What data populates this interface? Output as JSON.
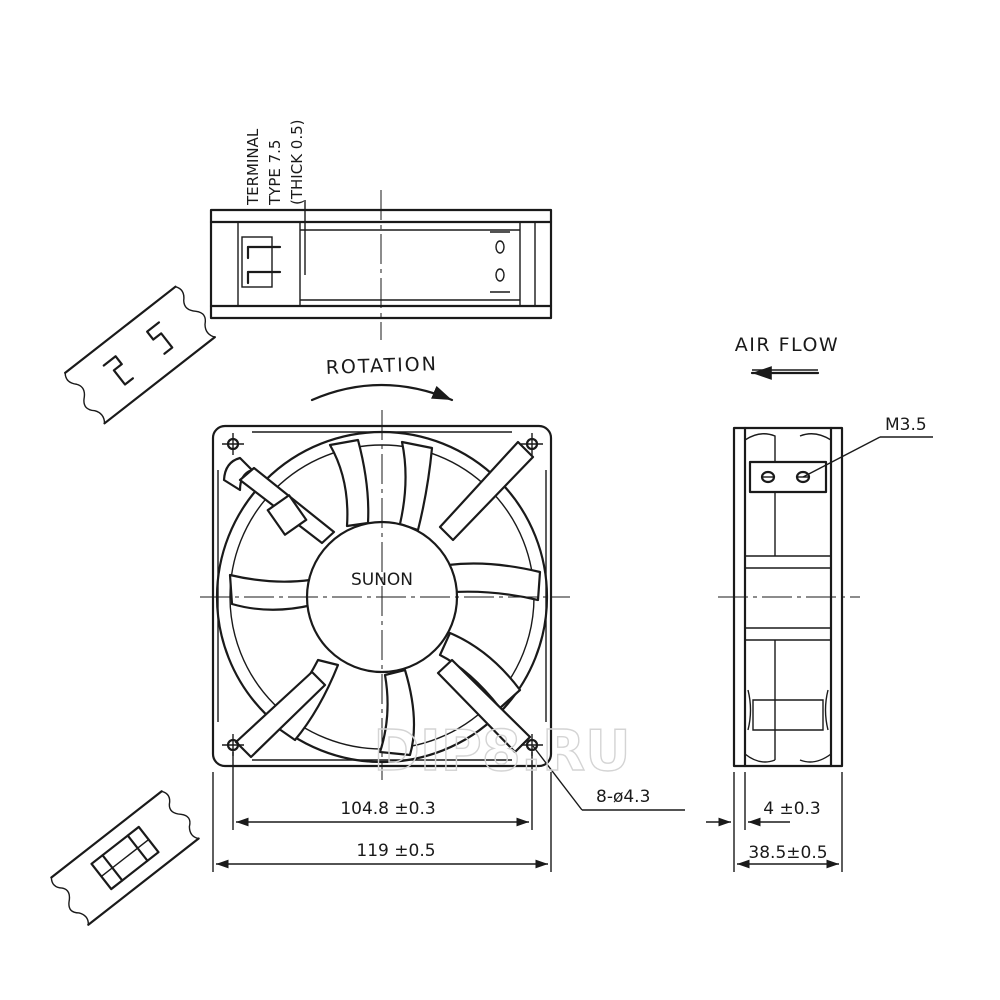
{
  "top_view": {
    "terminal_note": [
      "TERMINAL",
      "TYPE 7.5",
      "(THICK 0.5)"
    ]
  },
  "front_view": {
    "rotation_label": "ROTATION",
    "hub_label": "SUNON",
    "hole_callout": "8-ø4.3",
    "dim_hole_pitch": "104.8 ±0.3",
    "dim_width": "119 ±0.5"
  },
  "side_view": {
    "airflow_label": "AIR FLOW",
    "screw_callout": "M3.5",
    "dim_flange": "4 ±0.3",
    "dim_depth": "38.5±0.5"
  },
  "watermark": "DIP8.RU",
  "colors": {
    "ink": "#1a1a1a",
    "watermark": "#d4d4d4"
  }
}
